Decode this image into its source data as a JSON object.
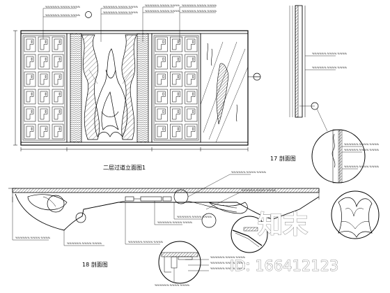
{
  "drawing": {
    "elevation_title": "二层过道立面图1",
    "section_17_title": "17  剖面图",
    "section_18_title": "18  剖面图",
    "note_text": "%%%%%% %%%% %%%%"
  },
  "watermark": {
    "brand": "知末",
    "id_text": "ID: 166412123"
  }
}
